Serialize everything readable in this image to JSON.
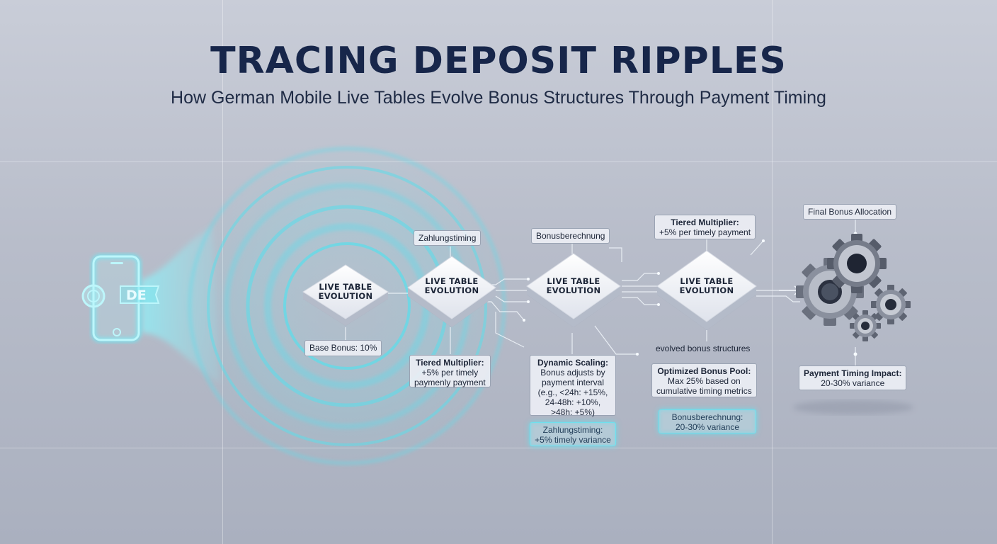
{
  "header": {
    "title": "TRACING DEPOSIT RIPPLES",
    "subtitle": "How German Mobile Live Tables Evolve Bonus Structures Through Payment Timing"
  },
  "phone": {
    "badge_text": "DE"
  },
  "nodes": [
    {
      "line1": "LIVE TABLE",
      "line2": "EVOLUTION"
    },
    {
      "line1": "LIVE TABLE",
      "line2": "EVOLUTION"
    },
    {
      "line1": "LIVE TABLE",
      "line2": "EVOLUTION"
    },
    {
      "line1": "LIVE TABLE",
      "line2": "EVOLUTION"
    }
  ],
  "labels": {
    "zahlungstiming_top": "Zahlungstiming",
    "bonusberechnung_top": "Bonusberechnung",
    "tiered_top_title": "Tiered Multiplier:",
    "tiered_top_body": "+5% per timely payment",
    "final_allocation": "Final Bonus Allocation",
    "base_bonus": "Base Bonus: 10%",
    "tiered_bottom_title": "Tiered Multiplier:",
    "tiered_bottom_line1": "+5% per timely",
    "tiered_bottom_line2": "paymenly payment",
    "dynamic_title": "Dynamic Scaling:",
    "dynamic_line1": "Bonus adjusts by",
    "dynamic_line2": "payment interval",
    "dynamic_line3": "(e.g., <24h: +15%,",
    "dynamic_line4": "24-48h: +10%,",
    "dynamic_line5": ">48h: +5%)",
    "zahlung_glow_line1": "Zahlungstiming:",
    "zahlung_glow_line2": "+5% timely variance",
    "evolved": "evolved bonus structures",
    "optimized_title": "Optimized Bonus Pool:",
    "optimized_line1": "Max 25% based on",
    "optimized_line2": "cumulative timing metrics",
    "bonus_glow_line1": "Bonusberechnung:",
    "bonus_glow_line2": "20-30% variance",
    "impact_title": "Payment Timing Impact:",
    "impact_body": "20-30% variance"
  },
  "colors": {
    "title": "#17264a",
    "ripple": "#5fdcea",
    "glow_border": "#6fe0ee",
    "node_face": "#eef0f5"
  },
  "icons": [
    "smartphone-icon",
    "coin-icon",
    "gears-icon"
  ]
}
